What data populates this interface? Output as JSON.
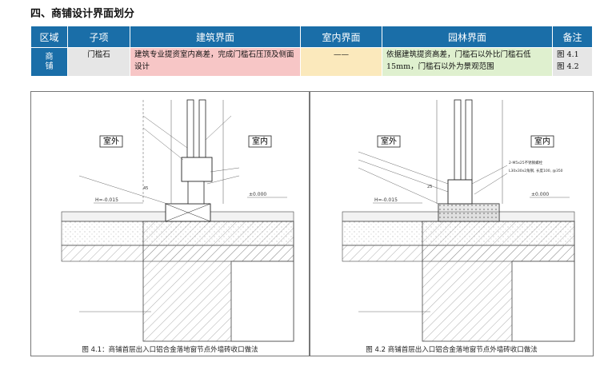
{
  "section_title": "四、商铺设计界面划分",
  "table": {
    "headers": [
      "区域",
      "子项",
      "建筑界面",
      "室内界面",
      "园林界面",
      "备注"
    ],
    "row": {
      "area": "商\n铺",
      "item": "门槛石",
      "architecture": "建筑专业提资室内高差，完成门槛石压顶及侧面设计",
      "interior": "——",
      "landscape": "依据建筑提资高差，门槛石以外比门槛石低 15mm，门槛石以外为景观范围",
      "note_1": "图 4.1",
      "note_2": "图 4.2"
    }
  },
  "figure1": {
    "outdoor": "室外",
    "indoor": "室内",
    "level_out": "H=-0.015",
    "level_in": "±0.000",
    "dim": "45",
    "caption": "图 4.1：商铺首层出入口铝合金落地窗节点外墙砖收口做法"
  },
  "figure2": {
    "outdoor": "室外",
    "indoor": "室内",
    "level_out": "H=-0.015",
    "level_in": "±0.000",
    "dim": "25",
    "anchor_note": "2-M5x25不锈钢螺栓",
    "angle_note": "L30x30x2角钢, 长度100, @350",
    "caption": "图 4.2 商铺首层出入口铝合金落地窗节点外墙砖收口做法"
  },
  "colors": {
    "header_blue": "#1a6ea8",
    "arch_pink": "#f7c6c6",
    "indoor_yellow": "#fbe9bc",
    "garden_green": "#dff0cf",
    "note_gray": "#e6e6e6"
  }
}
